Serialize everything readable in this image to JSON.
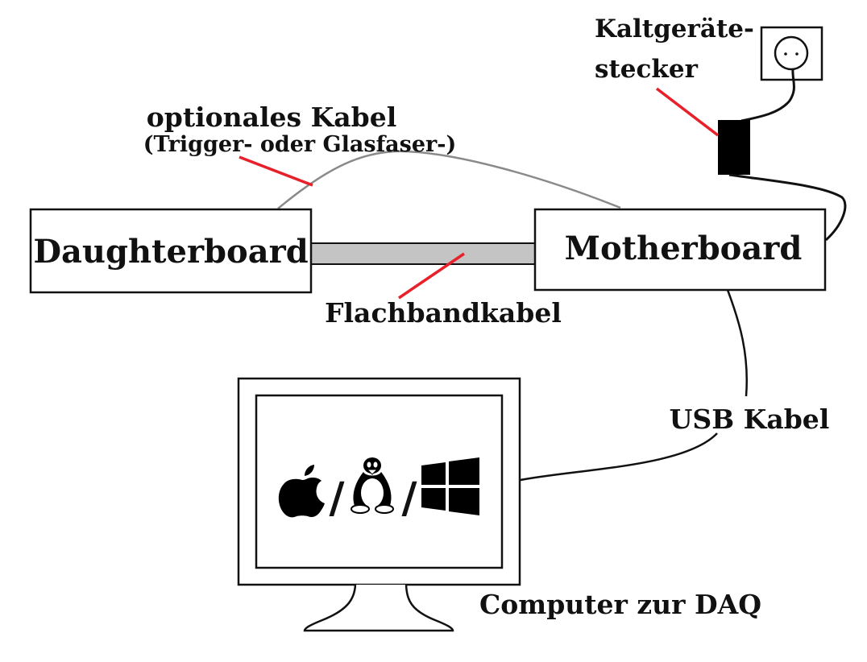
{
  "labels": {
    "daughterboard": "Daughterboard",
    "motherboard": "Motherboard",
    "optional_cable_title": "optionales Kabel",
    "optional_cable_sub": "(Trigger- oder Glasfaser-)",
    "ribbon_cable": "Flachbandkabel",
    "power_plug_line1": "Kaltgeräte-",
    "power_plug_line2": "stecker",
    "usb_cable": "USB Kabel",
    "computer": "Computer zur DAQ"
  },
  "monitor": {
    "os_separator": "/",
    "os_icons": [
      "apple-icon",
      "linux-tux-icon",
      "windows-icon"
    ]
  },
  "colors": {
    "leader_line": "#e8202a",
    "ribbon_fill": "#c4c4c4",
    "optional_cable": "#8a8a8a",
    "stroke": "#111111",
    "background": "#ffffff"
  }
}
